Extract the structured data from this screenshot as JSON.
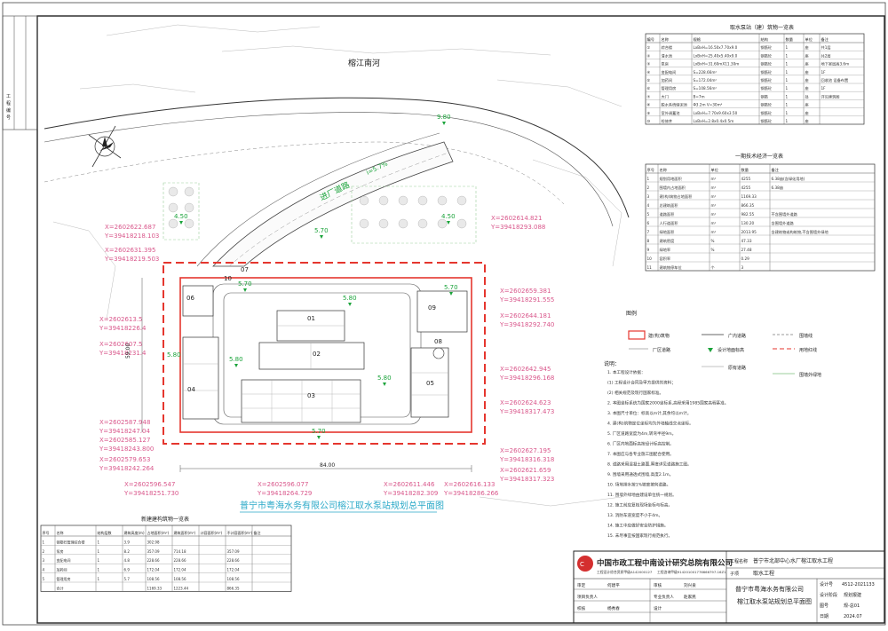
{
  "side_strip": [
    "工",
    "程",
    "编",
    "号"
  ],
  "river_name": "榕江南河",
  "road_label": "进厂道路",
  "slope_label": "i=5.7%",
  "elev_labels": [
    "9.80",
    "4.50",
    "4.50",
    "5.70",
    "5.70",
    "5.80",
    "5.70",
    "5.80",
    "5.80",
    "5.80",
    "5.70"
  ],
  "building_ids": [
    "01",
    "02",
    "03",
    "04",
    "05",
    "06",
    "07",
    "08",
    "09",
    "10"
  ],
  "coord_labels": [
    "X=2602622.687",
    "Y=39418218.103",
    "X=2602631.395",
    "Y=39418219.503",
    "X=2602614.821",
    "Y=39418293.088",
    "X=2602659.381",
    "Y=39418291.555",
    "X=2602613.5",
    "Y=39418226.4",
    "X=2602644.181",
    "Y=39418292.740",
    "X=2602607.5",
    "Y=39418231.4",
    "X=2602642.945",
    "Y=39418296.168",
    "X=2602624.623",
    "Y=39418317.473",
    "X=2602587.948",
    "Y=39418247.04",
    "X=2602585.127",
    "Y=39418243.800",
    "X=2602579.653",
    "Y=39418242.264",
    "X=2602627.195",
    "Y=39418316.318",
    "X=2602621.659",
    "Y=39418317.323",
    "X=2602596.547",
    "Y=39418251.730",
    "X=2602596.077",
    "Y=39418264.729",
    "X=2602611.446",
    "Y=39418282.309",
    "X=2602616.133",
    "Y=39418286.266"
  ],
  "dim_labels": [
    "84.00",
    "59.00"
  ],
  "plan_title": "普宁市粤海水务有限公司榕江取水泵站规划总平面图",
  "building_table": {
    "title": "取水泵站（建）筑物一览表",
    "headers": [
      "编号",
      "名称",
      "规格",
      "结构",
      "数量",
      "单位",
      "备注"
    ],
    "rows": [
      [
        "①",
        "综合楼",
        "LxBxH=16.50x7.70x9.0",
        "钢筋砼",
        "1",
        "座",
        "共1层"
      ],
      [
        "②",
        "清水池",
        "LxBxH=25.40x5.40x9.0",
        "钢筋砼",
        "1",
        "座",
        "共2层"
      ],
      [
        "③",
        "泵房",
        "LxBxH=31.60mX11.30m",
        "钢筋砼",
        "1",
        "座",
        "地下室层高3.6m"
      ],
      [
        "④",
        "变配电间",
        "S=228.66m²",
        "钢筋砼",
        "1",
        "座",
        "1F"
      ],
      [
        "⑤",
        "加药间",
        "S=172.04m²",
        "钢筋砼",
        "1",
        "座",
        "回收池 设备布置"
      ],
      [
        "⑥",
        "管理用房",
        "S=108.56m²",
        "钢筋砼",
        "1",
        "座",
        "1F"
      ],
      [
        "⑦",
        "大门",
        "B=7m",
        "钢筋",
        "1",
        "处",
        "详见建筑图"
      ],
      [
        "⑧",
        "脱水系统储泥池",
        "Φ3.2m V=30m³",
        "钢筋砼",
        "1",
        "座",
        ""
      ],
      [
        "⑨",
        "室外调蓄池",
        "LxBxH=7.70x9.60x3.50",
        "钢筋砼",
        "1",
        "座",
        ""
      ],
      [
        "⑩",
        "检修井",
        "LxBxH=2.8x0.4x0.5m",
        "钢筋砼",
        "1",
        "座",
        ""
      ]
    ]
  },
  "tech_table": {
    "title": "一期技术经济一览表",
    "headers": [
      "序号",
      "名称",
      "单位",
      "数量",
      "备注"
    ],
    "rows": [
      [
        "1",
        "规划用地面积",
        "m²",
        "4255",
        "6.38亩(含绿化用地)"
      ],
      [
        "2",
        "围墙内占地面积",
        "m²",
        "4255",
        "6.38亩"
      ],
      [
        "3",
        "建(构)筑物占地面积",
        "m²",
        "1169.33",
        ""
      ],
      [
        "4",
        "总建筑面积",
        "m²",
        "866.35",
        ""
      ],
      [
        "5",
        "道路面积",
        "m²",
        "982.55",
        "不含围墙外道路"
      ],
      [
        "6",
        "人行道面积",
        "m²",
        "130.20",
        "含围墙外道路"
      ],
      [
        "7",
        "绿地面积",
        "m²",
        "2013.95",
        "含建筑物或构筑物,不含围墙外绿地"
      ],
      [
        "8",
        "建筑密度",
        "%",
        "47.33",
        ""
      ],
      [
        "9",
        "绿地率",
        "%",
        "27.48",
        ""
      ],
      [
        "10",
        "容积率",
        "",
        "0.29",
        ""
      ],
      [
        "11",
        "建筑物停车位",
        "个",
        "3",
        ""
      ]
    ]
  },
  "legend": {
    "title": "图例",
    "items": [
      "建(构)筑物",
      "广内道路",
      "围墙线",
      "厂区道路",
      "设计地面标高",
      "用地红线",
      "原有道路",
      "围墙外绿地"
    ]
  },
  "notes": {
    "title": "说明：",
    "lines": [
      "1. 本工程设计依据：",
      "  (1) 工程设计合同及甲方提供的资料；",
      "  (2) 相关规范及现行国家标准。",
      "2. 本图坐标系统为国家2000坐标系,高程采用1985国家高程基准。",
      "3. 本图尺寸单位：标高以m计,其余均以m计。",
      "4. 建(构)筑物定位坐标均为外墙轴线交点坐标。",
      "5. 厂区道路宽度为4m,转弯半径9m。",
      "6. 厂区内地面标高按设计标高控制。",
      "7. 本图应与各专业施工图配合使用。",
      "8. 道路采用混凝土路面,厚度详见道路施工图。",
      "9. 围墙采用通透式围墙,高度2.1m。",
      "10. 场地排水按1%坡度坡向道路。",
      "11. 围墙外绿地由建设单位统一规划。",
      "12. 施工前应复核现场坐标与标高。",
      "13. 消防车道宽度不小于4m。",
      "14. 施工中应做好安全防护措施。",
      "15. 未尽事宜按国家现行规范执行。"
    ]
  },
  "new_table": {
    "title": "新建建构筑物一览表",
    "headers": [
      "序号",
      "名称",
      "结构层数",
      "建筑高度(m)",
      "占地面积(m²)",
      "建筑面积(m²)",
      "计容面积(m²)",
      "不计容面积(m²)",
      "备注"
    ],
    "rows": [
      [
        "1",
        "钢筋砼管理综合楼",
        "1",
        "3.9",
        "302.98",
        "",
        "",
        "",
        ""
      ],
      [
        "2",
        "泵房",
        "1",
        "8.2",
        "357.09",
        "714.18",
        "",
        "357.09",
        ""
      ],
      [
        "3",
        "变配电间",
        "1",
        "4.8",
        "228.66",
        "228.66",
        "",
        "228.66",
        ""
      ],
      [
        "4",
        "加药间",
        "1",
        "6.9",
        "172.04",
        "172.04",
        "",
        "172.04",
        ""
      ],
      [
        "5",
        "管理用房",
        "1",
        "5.7",
        "108.56",
        "108.56",
        "",
        "108.56",
        ""
      ],
      [
        "",
        "合计",
        "",
        "",
        "1169.33",
        "1223.44",
        "",
        "866.35",
        ""
      ]
    ]
  },
  "title_block": {
    "company": "中国市政工程中南设计研究总院有限公司",
    "company_sub1": "工程设计综合资质甲级A142000127",
    "company_sub2": "工程咨询甲级914201001776666797-16Z1",
    "project_label": "工程名称",
    "project": "普宁市北部中心水厂榕江取水工程",
    "sub_label": "子项",
    "subproject": "取水工程",
    "client": "普宁市粤海水务有限公司",
    "drawing_title": "榕江取水泵站规划总平面图",
    "roles": [
      "审定",
      "审核",
      "项目负责人",
      "专业负责人",
      "校核",
      "设计"
    ],
    "names": [
      "何建平",
      "刘兴泉",
      "",
      "赵家民",
      "杨秀春",
      ""
    ],
    "no_label": "设计号",
    "no": "4512-2021133",
    "stage_label": "设计阶段",
    "stage": "规划报建",
    "drawing_no_label": "图号",
    "drawing_no": "规-总01",
    "date_label": "日期",
    "date": "2024.07"
  },
  "colors": {
    "red_line": "#e5362e",
    "green": "#1aa33a",
    "pink_text": "#d9578b",
    "orange_label": "#e07b30",
    "line": "#333333",
    "light_line": "#9a9a9a"
  }
}
